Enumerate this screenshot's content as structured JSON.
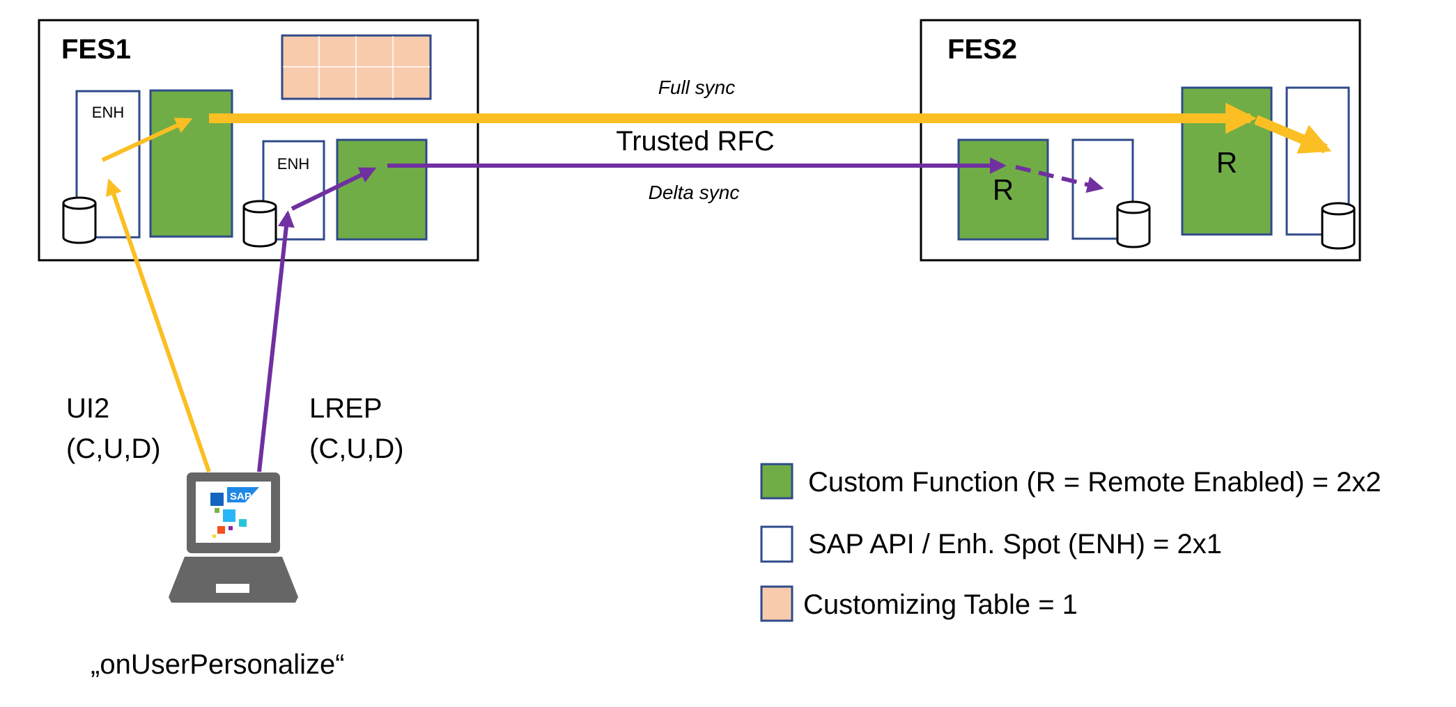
{
  "systems": {
    "fes1": {
      "title": "FES1"
    },
    "fes2": {
      "title": "FES2"
    }
  },
  "enh_label": "ENH",
  "remote_label": "R",
  "sync": {
    "full": "Full sync",
    "trusted": "Trusted RFC",
    "delta": "Delta sync"
  },
  "channels": {
    "ui2": {
      "line1": "UI2",
      "line2": "(C,U,D)"
    },
    "lrep": {
      "line1": "LREP",
      "line2": "(C,U,D)"
    }
  },
  "client_caption": "„onUserPersonalize“",
  "laptop_logo_text": "SAP",
  "legend": {
    "items": [
      {
        "label": "Custom Function (R = Remote Enabled) = 2x2",
        "kind": "custom-function"
      },
      {
        "label": "SAP API / Enh. Spot (ENH) = 2x1",
        "kind": "sap-api"
      },
      {
        "label": "Customizing Table = 1",
        "kind": "customizing-table"
      }
    ]
  },
  "colors": {
    "full_sync": "#fbbf23",
    "delta_sync": "#7030a0",
    "custom_function": "#70ad47",
    "box_border": "#2f4a8a",
    "customizing_table": "#f8cbad",
    "laptop": "#666666"
  }
}
